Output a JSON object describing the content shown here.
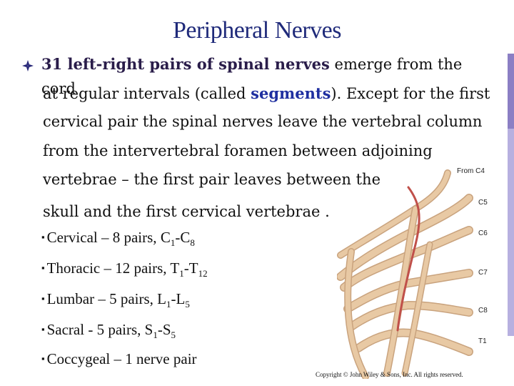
{
  "slide": {
    "title": "Peripheral Nerves",
    "bullet": {
      "part1_bold": "31 left-right pairs of spinal nerves",
      "part1_rest": " emerge from the cord",
      "line2_pre": "at regular intervals (called ",
      "line2_term": "segments",
      "line2_post": ").  Except for the first",
      "line3": "cervical pair the spinal nerves leave the vertebral column",
      "line4": "from the intervertebral foramen between adjoining",
      "line5": "vertebrae – the first pair leaves between the",
      "line6": "skull and the first cervical vertebrae ."
    },
    "sub_items": [
      {
        "label": "Cervical – 8 pairs, ",
        "a": "C",
        "a_sub": "1",
        "sep": "-",
        "b": "C",
        "b_sub": "8"
      },
      {
        "label": "Thoracic – 12 pairs, ",
        "a": "T",
        "a_sub": "1",
        "sep": "-",
        "b": "T",
        "b_sub": "12"
      },
      {
        "label": "Lumbar – 5 pairs, ",
        "a": "L",
        "a_sub": "1",
        "sep": "-",
        "b": "L",
        "b_sub": "5"
      },
      {
        "label": "Sacral - 5 pairs, ",
        "a": "S",
        "a_sub": "1",
        "sep": "-",
        "b": "S",
        "b_sub": "5"
      },
      {
        "label": "Coccygeal – 1 nerve pair",
        "a": "",
        "a_sub": "",
        "sep": "",
        "b": "",
        "b_sub": ""
      }
    ],
    "illustration_labels": {
      "from_c4": "From C4",
      "c5": "C5",
      "c6": "C6",
      "c7": "C7",
      "c8": "C8",
      "t1": "T1"
    },
    "credit": "Copyright © John Wiley & Sons, Inc. All rights reserved.",
    "colors": {
      "title": "#1f2a7a",
      "nerve": "#e8c9a4",
      "nerve_shade": "#c9a37e",
      "vessel": "#c0504a",
      "edge_bar_dark": "#8b7fc4",
      "edge_bar_light": "#b7b0e0"
    }
  }
}
